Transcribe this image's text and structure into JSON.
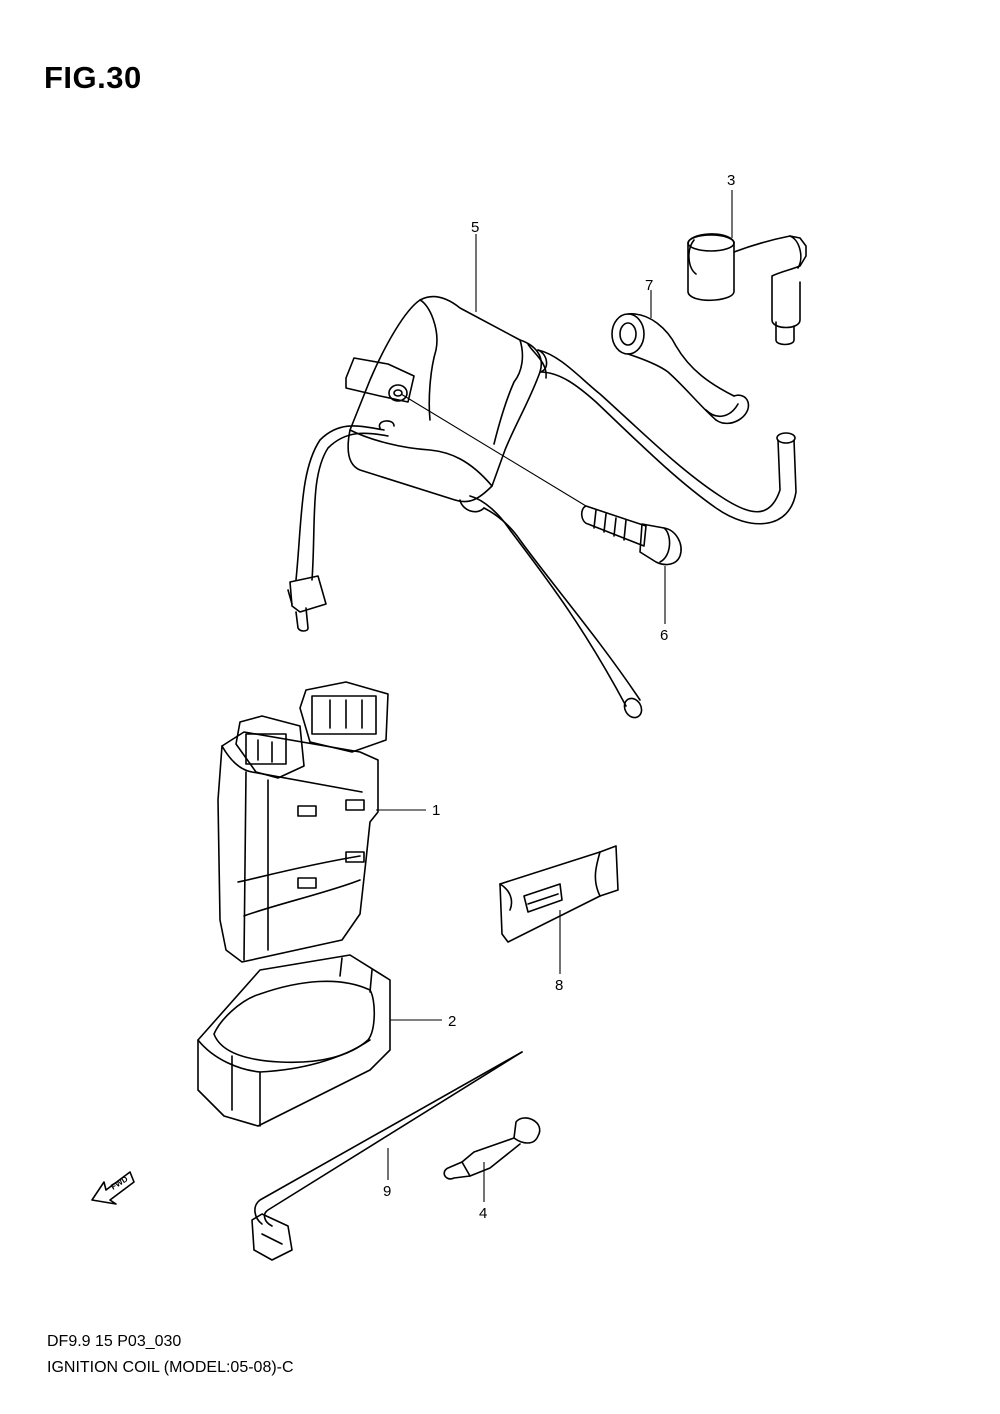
{
  "figure": {
    "title": "FIG.30",
    "footer_line1": "DF9.9 15 P03_030",
    "footer_line2": "IGNITION COIL (MODEL:05-08)-C"
  },
  "callouts": {
    "p1": "1",
    "p2": "2",
    "p3": "3",
    "p4": "4",
    "p5": "5",
    "p6": "6",
    "p7": "7",
    "p8": "8",
    "p9": "9"
  },
  "fwd_arrow": {
    "label": "FWD"
  }
}
